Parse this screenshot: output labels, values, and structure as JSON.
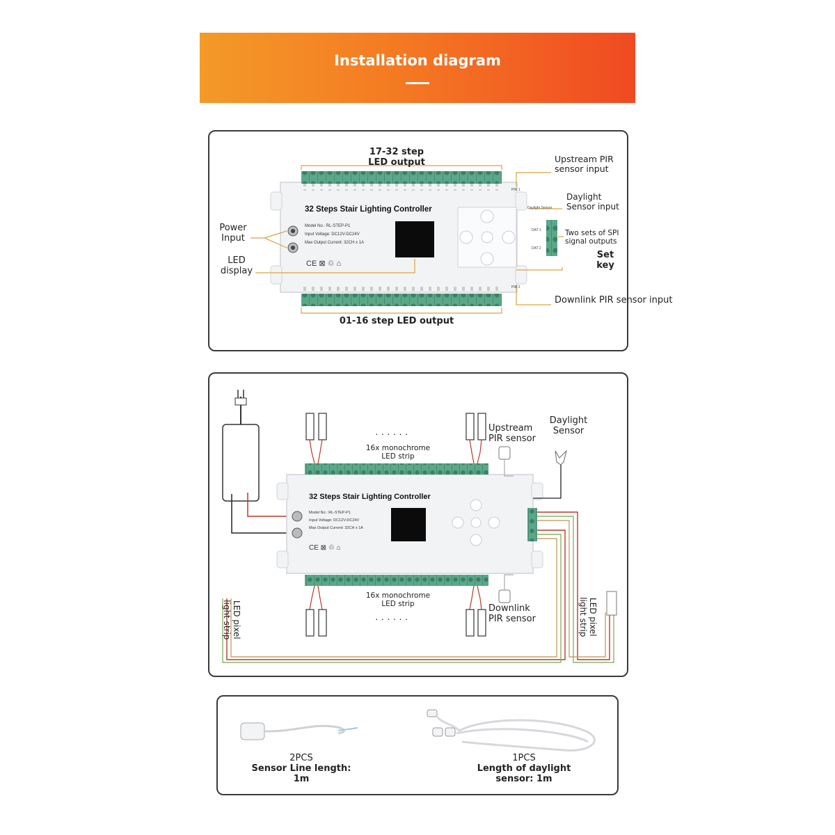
{
  "banner": {
    "title": "Installation diagram",
    "color_start": "#f39a28",
    "color_end": "#f04a22"
  },
  "diagram1": {
    "controller_title": "32 Steps Stair Lighting Controller",
    "model": "Model No.: RL-STEP-P1",
    "input_voltage": "Input Voltage: DC12V-DC24V",
    "max_current": "Max Output Current: 32CH x 1A",
    "cert_marks": "CE ⊠ ♲ ⌂",
    "callouts": {
      "top_output_line1": "17-32 step",
      "top_output_line2": "LED output",
      "upstream_line1": "Upstream PIR",
      "upstream_line2": "sensor input",
      "daylight_line1": "Daylight",
      "daylight_line2": "Sensor input",
      "spi_line1": "Two sets of SPI",
      "spi_line2": "signal outputs",
      "setkey_line1": "Set",
      "setkey_line2": "key",
      "power_line1": "Power",
      "power_line2": "Input",
      "led_display_line1": "LED",
      "led_display_line2": "display",
      "downlink": "Downlink PIR sensor input",
      "bottom_output": "01-16 step LED output"
    },
    "board_labels": {
      "pir_top": "PIR 1",
      "pir_bottom": "PIR 2",
      "daylight_small": "Daylight Sensor",
      "dat1": "DAT 1",
      "dat2": "DAT 2"
    }
  },
  "diagram2": {
    "controller_title": "32 Steps Stair Lighting Controller",
    "model": "Model No.: RL-STEP-P1",
    "input_voltage": "Input Voltage: DC12V-DC24V",
    "max_current": "Max Output Current: 32CH x 1A",
    "dots": "· · · · · ·",
    "strip_top_line1": "16x monochrome",
    "strip_top_line2": "LED strip",
    "strip_bottom_line1": "16x monochrome",
    "strip_bottom_line2": "LED strip",
    "upstream_line1": "Upstream",
    "upstream_line2": "PIR sensor",
    "daylight_line1": "Daylight",
    "daylight_line2": "Sensor",
    "downlink_line1": "Downlink",
    "downlink_line2": "PIR sensor",
    "pixel_left_line1": "LED pixel",
    "pixel_left_line2": "light strip",
    "pixel_right_line1": "LED pixel",
    "pixel_right_line2": "light strip"
  },
  "accessories": [
    {
      "qty": "2PCS",
      "desc_line1": "Sensor Line length:",
      "desc_line2": "1m"
    },
    {
      "qty": "1PCS",
      "desc_line1": "Length of daylight",
      "desc_line2": "sensor: 1m"
    }
  ],
  "colors": {
    "terminal_green": "#5aa88a",
    "board": "#f2f3f5",
    "callout_line": "#d9a441",
    "wire_red": "#b83a2a",
    "wire_black": "#222222"
  }
}
